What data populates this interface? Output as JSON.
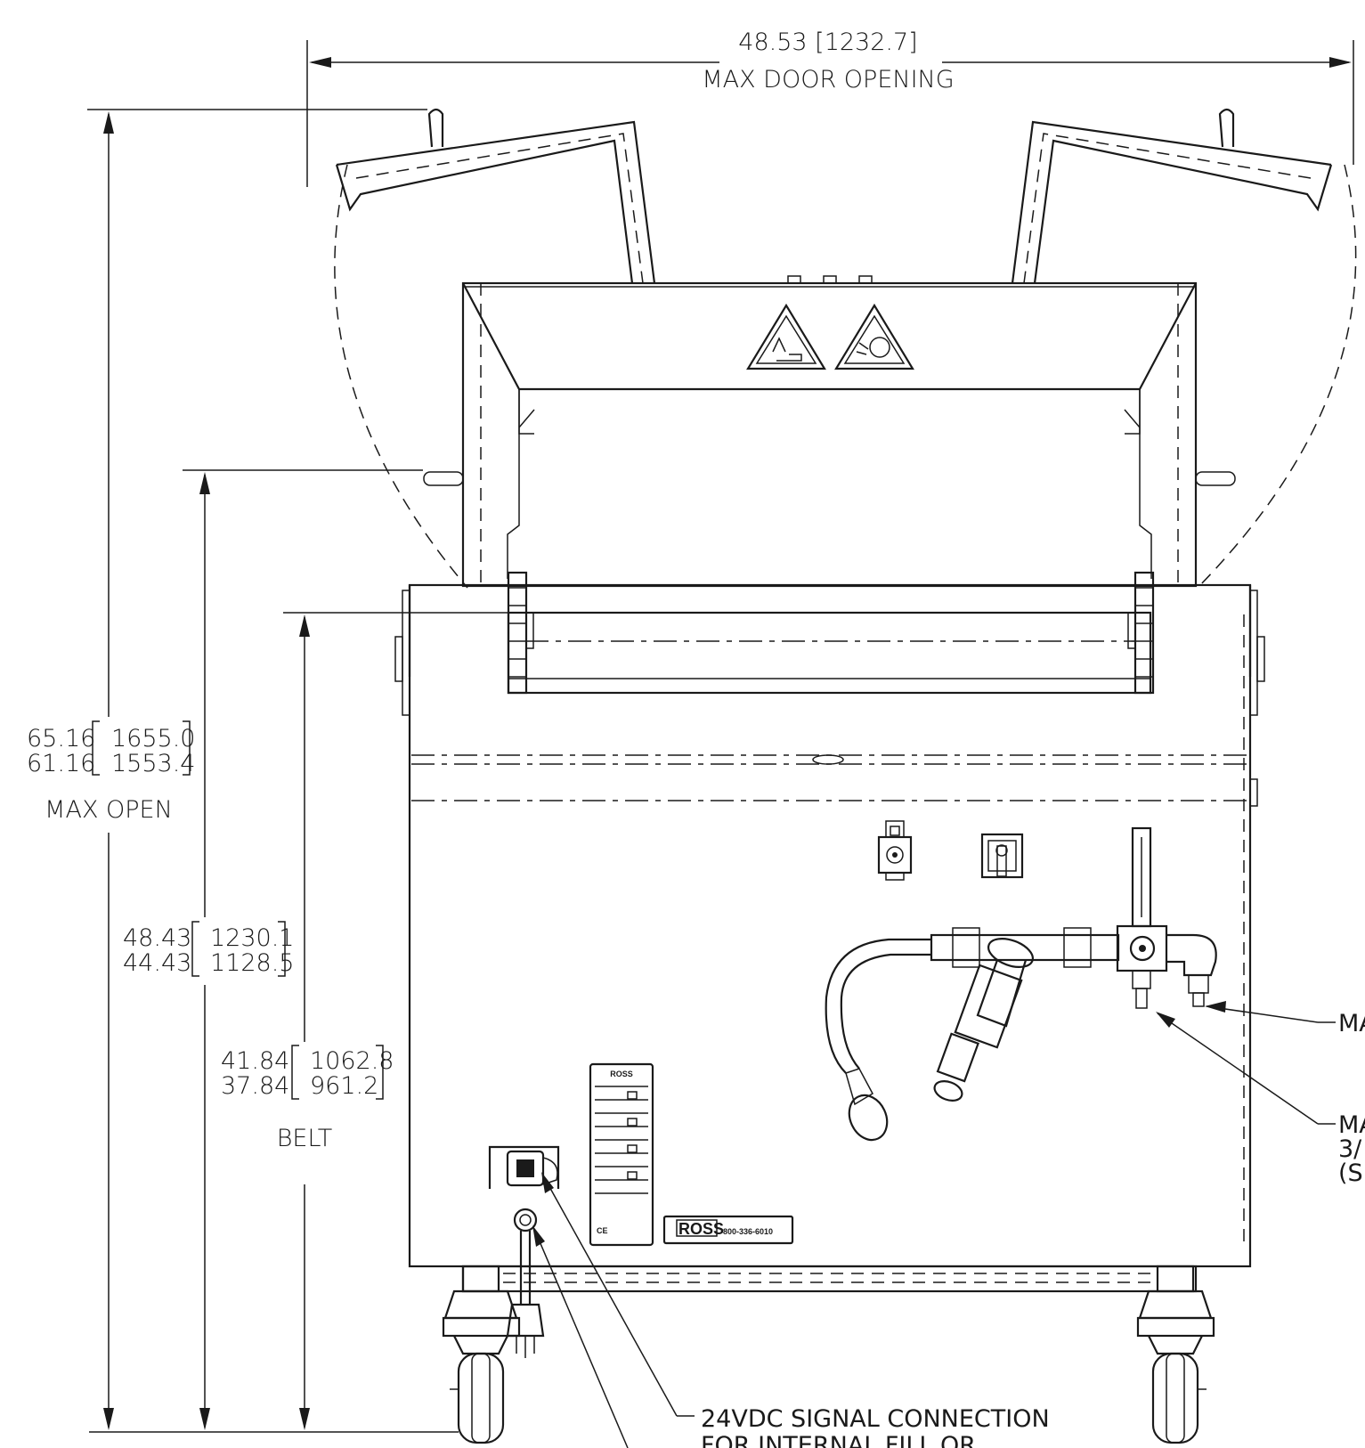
{
  "dimensions": {
    "door_opening": {
      "value": "48.53 [1232.7]",
      "label": "MAX DOOR OPENING"
    },
    "max_open": {
      "inch_top": "65.16",
      "mm_top": "1655.0",
      "inch_bottom": "61.16",
      "mm_bottom": "1553.4",
      "label": "MAX OPEN"
    },
    "height_mid": {
      "inch_top": "48.43",
      "mm_top": "1230.1",
      "inch_bottom": "44.43",
      "mm_bottom": "1128.5"
    },
    "belt": {
      "inch_top": "41.84",
      "mm_top": "1062.8",
      "inch_bottom": "37.84",
      "mm_bottom": "961.2",
      "label": "BELT"
    }
  },
  "callouts": {
    "signal_line1": "24VDC SIGNAL CONNECTION",
    "signal_line2": "FOR INTERNAL FILL OR",
    "right_1": "MA",
    "right_2a": "MA",
    "right_2b": "3/",
    "right_2c": "(S"
  },
  "labels": {
    "brand": "ROSS",
    "phone": "800-336-6010",
    "ce": "CE"
  }
}
